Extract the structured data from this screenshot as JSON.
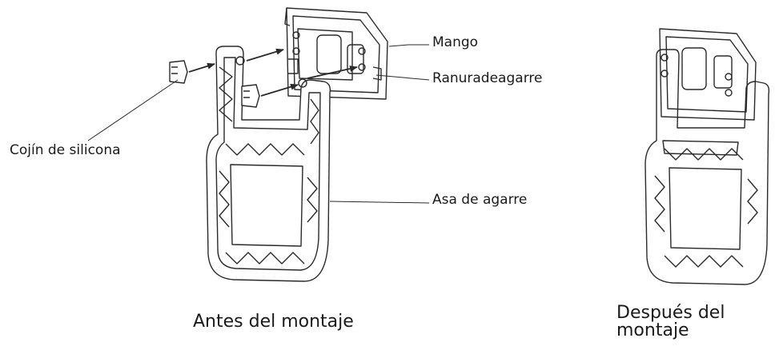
{
  "labels": {
    "handle": "Mango",
    "grip_slot": "Ranuradeagarre",
    "silicone_cushion": "Cojín de silicona",
    "grip_handle": "Asa de agarre"
  },
  "captions": {
    "before": "Antes del montaje",
    "after": "Después del montaje"
  },
  "colors": {
    "stroke": "#2a2a2a",
    "fill": "#ffffff",
    "background": "#ffffff"
  }
}
